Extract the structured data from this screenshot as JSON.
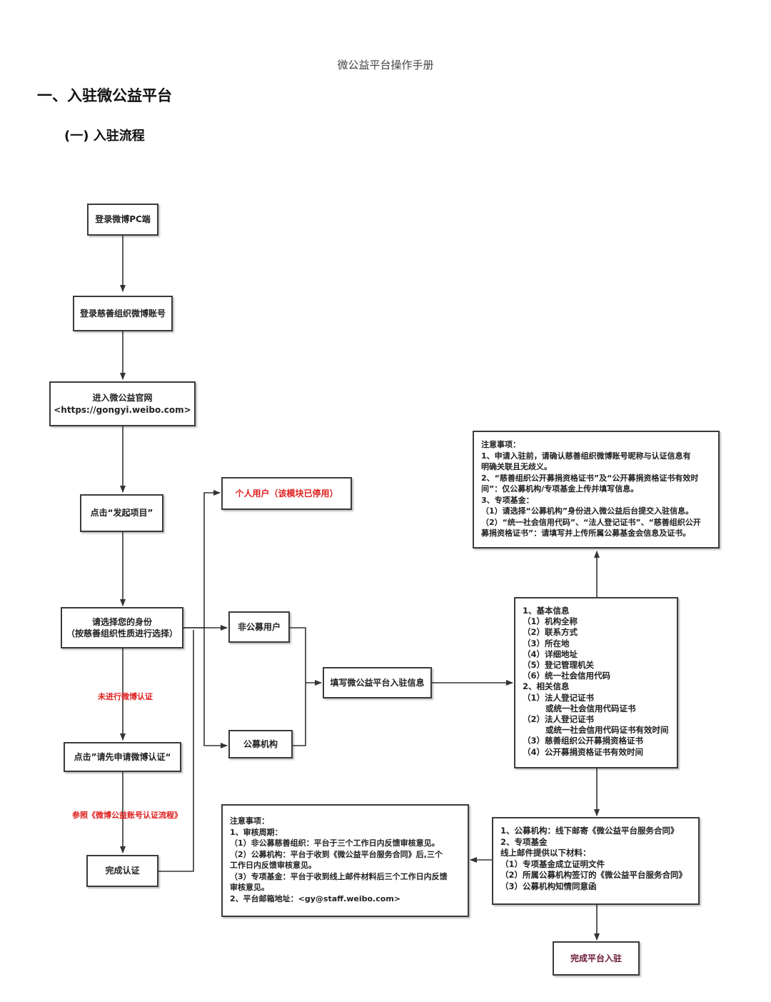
{
  "header": {
    "title": "微公益平台操作手册"
  },
  "headings": {
    "h1": "一、入驻微公益平台",
    "h2": "(一) 入驻流程"
  },
  "colors": {
    "alert_red": "#e02020",
    "final_text": "#6b1a3a",
    "border": "#3a3a3a"
  },
  "flow": {
    "nodes": {
      "login_pc": "登录微博PC端",
      "login_account": "登录慈善组织微博账号",
      "enter_site": [
        "进入微公益官网",
        "<https://gongyi.weibo.com>"
      ],
      "click_start": "点击“发起项目”",
      "choose_identity": [
        "请选择您的身份",
        "（按慈善组织性质进行选择）"
      ],
      "individual_user": "个人用户（该模块已停用）",
      "non_public_user": "非公募用户",
      "public_org": "公募机构",
      "apply_verify": "点击”请先申请微博认证“",
      "complete_verify": "完成认证",
      "fill_info": "填写微公益平台入驻信息",
      "info_list": [
        "1、基本信息",
        "（1）机构全称",
        "（2）联系方式",
        "（3）所在地",
        "（4）详细地址",
        "（5）登记管理机关",
        "（6）统一社会信用代码",
        "2、相关信息",
        "（1）法人登记证书",
        "        或统一社会信用代码证书",
        "（2）法人登记证书",
        "        或统一社会信用代码证书有效时间",
        "（3）慈善组织公开募捐资格证书",
        "（4）公开募捐资格证书有效时间"
      ],
      "notice_top": [
        "注意事项：",
        "1、申请入驻前，请确认慈善组织微博账号昵称与认证信息有",
        "明确关联且无歧义。",
        "2、“慈善组织公开募捐资格证书”及“公开募捐资格证书有效时",
        "间”：仅公募机构/专项基金上传并填写信息。",
        "3、专项基金：",
        "（1）请选择“公募机构”身份进入微公益后台提交入驻信息。",
        "（2）“统一社会信用代码”、“法人登记证书”、“慈善组织公开",
        "募捐资格证书”：请填写并上传所属公募基金会信息及证书。"
      ],
      "mail_list": [
        "1、公募机构：线下邮寄《微公益平台服务合同》",
        "2、专项基金",
        "线上邮件提供以下材料：",
        "（1）专项基金成立证明文件",
        "（2）所属公募机构签订的《微公益平台服务合同》",
        "（3）公募机构知情同意函"
      ],
      "notice_bottom": [
        "注意事项：",
        "1、审核周期：",
        "（1）非公募慈善组织：平台于三个工作日内反馈审核意见。",
        "（2）公募机构：平台于收到《微公益平台服务合同》后,三个",
        "工作日内反馈审核意见。",
        "（3）专项基金：平台于收到线上邮件材料后三个工作日内反馈",
        "审核意见。",
        "2、平台邮箱地址：<gy@staff.weibo.com>"
      ],
      "finish": "完成平台入驻"
    },
    "edge_labels": {
      "not_verified": "未进行微博认证",
      "refer_process": "参照《微博公益账号认证流程》"
    }
  }
}
